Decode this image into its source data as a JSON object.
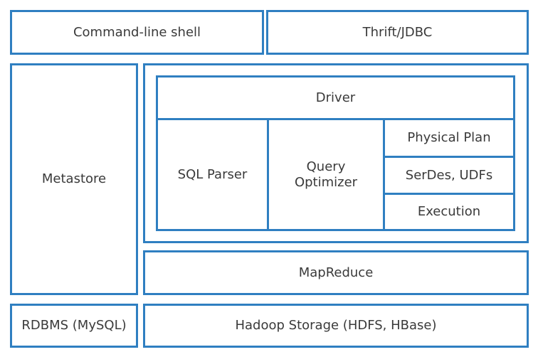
{
  "diagram": {
    "command_line_shell": "Command-line shell",
    "thrift_jdbc": "Thrift/JDBC",
    "metastore": "Metastore",
    "driver": "Driver",
    "sql_parser": "SQL Parser",
    "query_optimizer_line1": "Query",
    "query_optimizer_line2": "Optimizer",
    "physical_plan": "Physical Plan",
    "serdes_udfs": "SerDes, UDFs",
    "execution": "Execution",
    "mapreduce": "MapReduce",
    "rdbms": "RDBMS (MySQL)",
    "hadoop_storage": "Hadoop Storage (HDFS, HBase)"
  },
  "colors": {
    "border": "#2f7fc1",
    "text": "#3a3a3a"
  }
}
